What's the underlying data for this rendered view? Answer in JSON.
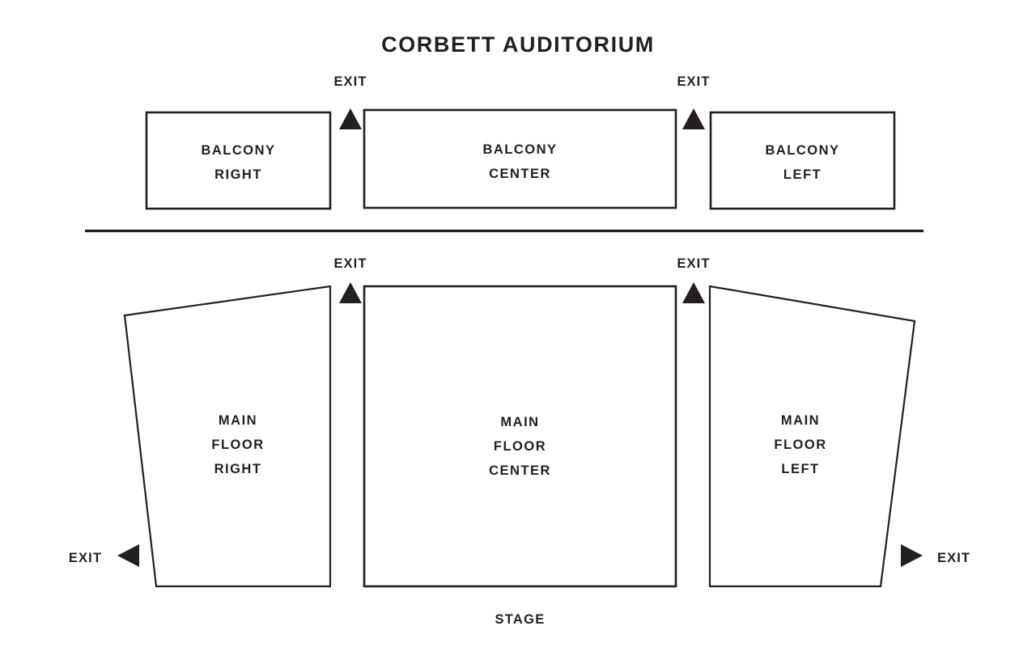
{
  "venue": {
    "title": "CORBETT AUDITORIUM",
    "stage_label": "STAGE"
  },
  "colors": {
    "ink": "#231f20",
    "background": "#ffffff"
  },
  "levels": [
    {
      "id": "balcony",
      "sections": [
        {
          "id": "balcony-right",
          "line1": "BALCONY",
          "line2": "RIGHT"
        },
        {
          "id": "balcony-center",
          "line1": "BALCONY",
          "line2": "CENTER"
        },
        {
          "id": "balcony-left",
          "line1": "BALCONY",
          "line2": "LEFT"
        }
      ]
    },
    {
      "id": "main-floor",
      "sections": [
        {
          "id": "main-floor-right",
          "line1": "MAIN",
          "line2": "FLOOR",
          "line3": "RIGHT"
        },
        {
          "id": "main-floor-center",
          "line1": "MAIN",
          "line2": "FLOOR",
          "line3": "CENTER"
        },
        {
          "id": "main-floor-left",
          "line1": "MAIN",
          "line2": "FLOOR",
          "line3": "LEFT"
        }
      ]
    }
  ],
  "exits": [
    {
      "id": "balcony-exit-right",
      "label": "EXIT",
      "direction": "up"
    },
    {
      "id": "balcony-exit-left",
      "label": "EXIT",
      "direction": "up"
    },
    {
      "id": "main-floor-exit-right",
      "label": "EXIT",
      "direction": "up"
    },
    {
      "id": "main-floor-exit-left",
      "label": "EXIT",
      "direction": "up"
    },
    {
      "id": "side-exit-right",
      "label": "EXIT",
      "direction": "left"
    },
    {
      "id": "side-exit-left",
      "label": "EXIT",
      "direction": "right"
    }
  ],
  "icons": {
    "exit_arrow_up": "triangle-up-icon",
    "exit_arrow_left": "triangle-left-icon",
    "exit_arrow_right": "triangle-right-icon"
  }
}
